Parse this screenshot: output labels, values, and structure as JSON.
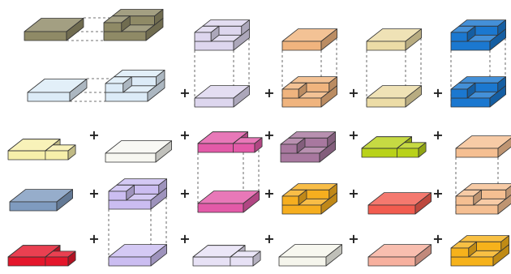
{
  "operators": {
    "plus": "+"
  },
  "palette": {
    "olive": "#8f8a66",
    "ice": "#dcebf7",
    "lavender": "#ddd6ee",
    "peach": "#f0b47e",
    "sand": "#ecdca6",
    "blue": "#1b78d0",
    "cream": "#f6efaa",
    "white": "#f7f7f1",
    "magenta": "#e35aa8",
    "mauve": "#a8789f",
    "lime": "#b9d21a",
    "steel": "#7f9bbf",
    "orange": "#f6ae1f",
    "coral": "#f25c4f",
    "red": "#e4162b",
    "lilac": "#cbbdf1",
    "pale_lilac": "#e7e1f5",
    "ivory": "#f5f5ec",
    "salmon": "#f7b09e",
    "gold": "#f6b21b",
    "light_peach": "#f5bf92"
  },
  "blocks": [
    {
      "id": "r1-olive-flat",
      "color": "olive",
      "shape": "flat"
    },
    {
      "id": "r1-olive-notch",
      "color": "olive",
      "shape": "notch"
    },
    {
      "id": "r2-ice-flat",
      "color": "ice",
      "shape": "flat"
    },
    {
      "id": "r2-ice-notch",
      "color": "ice",
      "shape": "notch"
    },
    {
      "id": "lavender-top",
      "color": "lavender",
      "shape": "notch"
    },
    {
      "id": "lavender-bottom",
      "color": "lavender",
      "shape": "flat"
    },
    {
      "id": "peach-top",
      "color": "peach",
      "shape": "flat"
    },
    {
      "id": "peach-bottom",
      "color": "peach",
      "shape": "notch"
    },
    {
      "id": "sand-top",
      "color": "sand",
      "shape": "flat"
    },
    {
      "id": "sand-bottom",
      "color": "sand",
      "shape": "flat"
    },
    {
      "id": "blue-top",
      "color": "blue",
      "shape": "notch"
    },
    {
      "id": "blue-bottom",
      "color": "blue",
      "shape": "notch"
    },
    {
      "id": "cream-L",
      "color": "cream",
      "shape": "L"
    },
    {
      "id": "white-flat",
      "color": "white",
      "shape": "flat"
    },
    {
      "id": "magenta-top",
      "color": "magenta",
      "shape": "L"
    },
    {
      "id": "magenta-bottom",
      "color": "magenta",
      "shape": "flat"
    },
    {
      "id": "mauve-notch",
      "color": "mauve",
      "shape": "notch"
    },
    {
      "id": "lime-L",
      "color": "lime",
      "shape": "L"
    },
    {
      "id": "lightpeach-top",
      "color": "light_peach",
      "shape": "flat"
    },
    {
      "id": "lightpeach-bottom",
      "color": "light_peach",
      "shape": "notch"
    },
    {
      "id": "steel-flat",
      "color": "steel",
      "shape": "flat"
    },
    {
      "id": "lilac-top",
      "color": "lilac",
      "shape": "notch"
    },
    {
      "id": "lilac-bottom",
      "color": "lilac",
      "shape": "flat"
    },
    {
      "id": "orange-notch",
      "color": "orange",
      "shape": "notch"
    },
    {
      "id": "coral-flat",
      "color": "coral",
      "shape": "flat"
    },
    {
      "id": "red-L",
      "color": "red",
      "shape": "L"
    },
    {
      "id": "palelilac-L",
      "color": "pale_lilac",
      "shape": "L"
    },
    {
      "id": "ivory-flat",
      "color": "ivory",
      "shape": "flat"
    },
    {
      "id": "salmon-flat",
      "color": "salmon",
      "shape": "flat"
    },
    {
      "id": "gold-notch",
      "color": "gold",
      "shape": "notch"
    }
  ]
}
